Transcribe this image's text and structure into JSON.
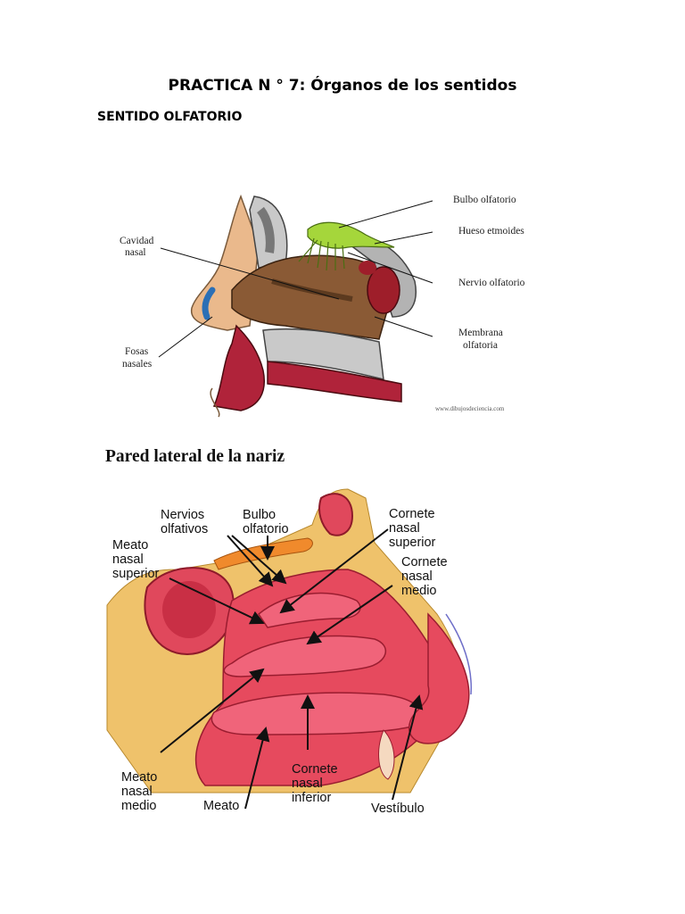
{
  "document": {
    "title": "PRACTICA N ° 7: Órganos de los sentidos",
    "section_heading": "SENTIDO OLFATORIO"
  },
  "figure1": {
    "labels": {
      "cavidad_nasal": [
        "Cavidad",
        "nasal"
      ],
      "fosas_nasales": [
        "Fosas",
        "nasales"
      ],
      "bulbo_olfatorio": "Bulbo olfatorio",
      "hueso_etmoides": "Hueso etmoides",
      "nervio_olfatorio": "Nervio olfatorio",
      "membrana_olfatoria": [
        "Membrana",
        "olfatoria"
      ]
    },
    "credit": "www.dibujosdeciencia.com"
  },
  "figure2": {
    "title": "Pared lateral de la nariz",
    "labels": {
      "nervios_olfativos": [
        "Nervios",
        "olfativos"
      ],
      "bulbo_olfatorio": [
        "Bulbo",
        "olfatorio"
      ],
      "cornete_nasal_superior": [
        "Cornete",
        "nasal",
        "superior"
      ],
      "cornete_nasal_medio": [
        "Cornete",
        "nasal",
        "medio"
      ],
      "meato_nasal_superior": [
        "Meato",
        "nasal",
        "superior"
      ],
      "meato_nasal_medio": [
        "Meato",
        "nasal",
        "medio"
      ],
      "meato": "Meato",
      "cornete_nasal_inferior": [
        "Cornete",
        "nasal",
        "inferior"
      ],
      "vestibulo": "Vestíbulo"
    }
  }
}
